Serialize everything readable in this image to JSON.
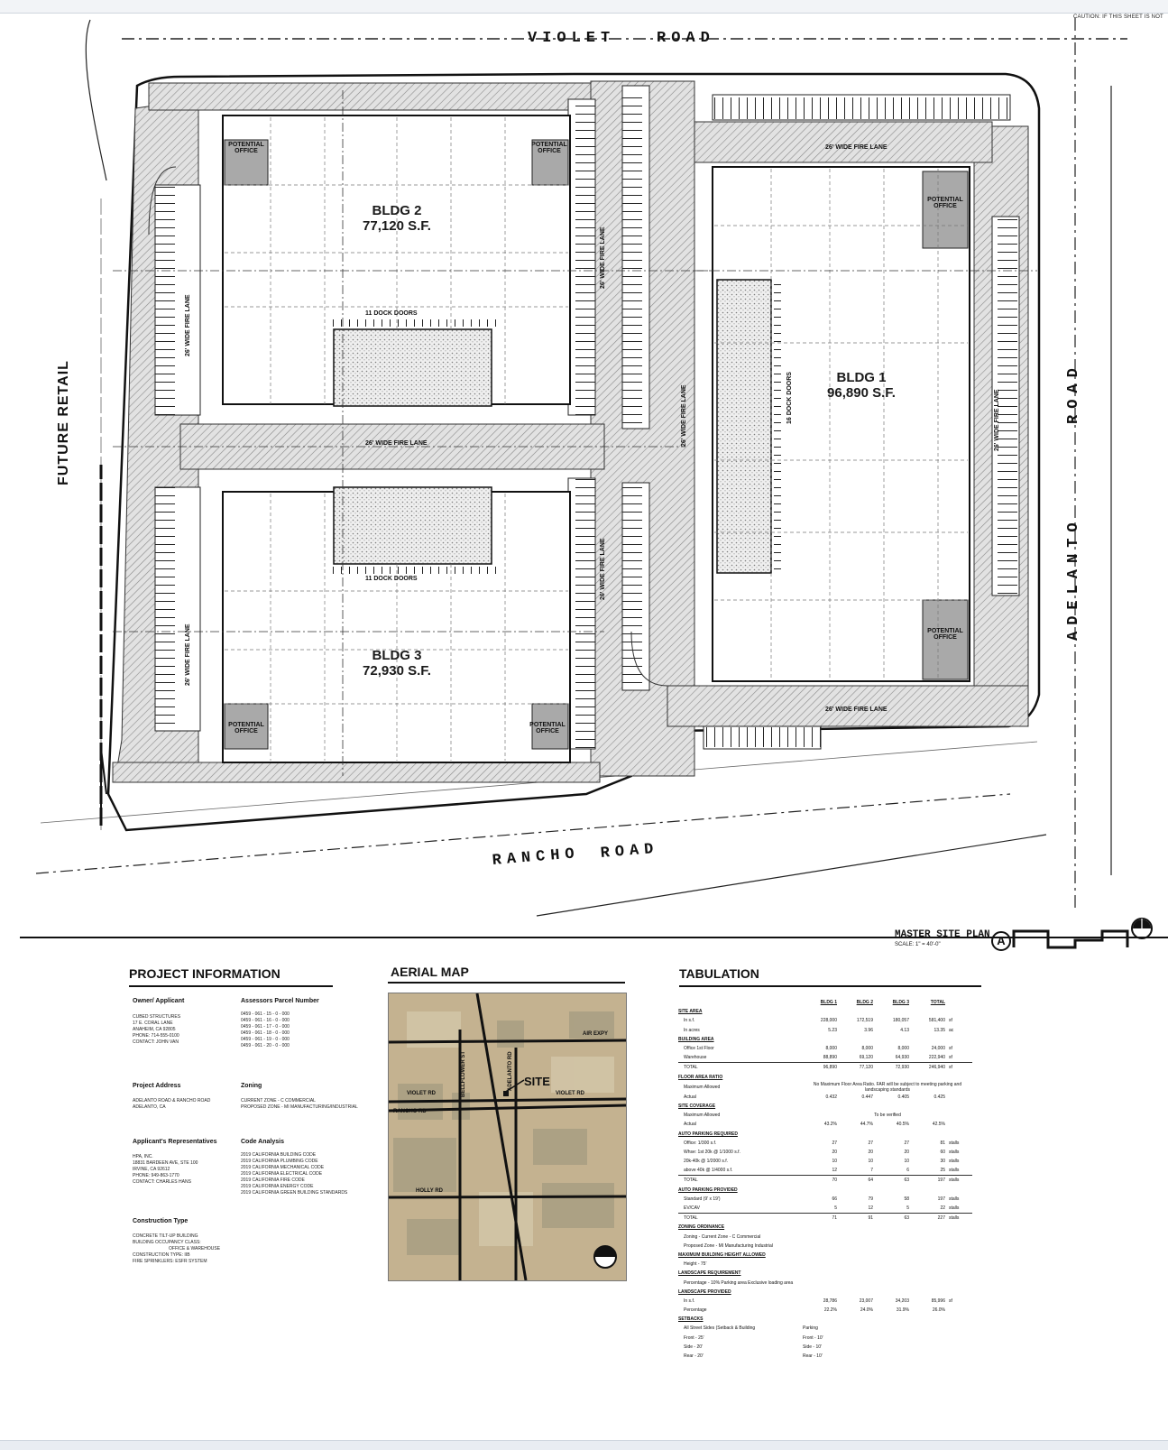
{
  "caution": "CAUTION: IF THIS SHEET IS NOT",
  "roads": {
    "violet": "VIOLET",
    "violet_road": "ROAD",
    "rancho": "RANCHO",
    "rancho_road": "ROAD",
    "adelanto": "ADELANTO",
    "adelanto_road": "ROAD",
    "future_retail": "FUTURE RETAIL"
  },
  "buildings": [
    {
      "name": "BLDG 2",
      "area": "77,120 S.F."
    },
    {
      "name": "BLDG 1",
      "area": "96,890 S.F."
    },
    {
      "name": "BLDG 3",
      "area": "72,930 S.F."
    }
  ],
  "plan_labels": {
    "potential_office_1": "POTENTIAL",
    "potential_office_2": "OFFICE",
    "dock_doors_top": "11 DOCK DOORS",
    "dock_doors_bottom": "11 DOCK DOORS",
    "dock_doors_bldg1": "16 DOCK DOORS",
    "fire_lane": "26' WIDE FIRE LANE"
  },
  "sheet": {
    "title": "MASTER SITE PLAN",
    "scale": "SCALE: 1\" = 40'-0\"",
    "marker": "A"
  },
  "project_information": {
    "title": "PROJECT INFORMATION",
    "owner_head": "Owner/ Applicant",
    "owner_lines": [
      "CUBED STRUCTURES",
      "17 E. CORAL LANE",
      "ANAHEIM, CA 92805",
      "PHONE: 714-555-0100",
      "CONTACT: JOHN VAN"
    ],
    "apn_head": "Assessors Parcel Number",
    "apn_lines": [
      "0459 - 061 - 15 - 0 - 000",
      "0459 - 061 - 16 - 0 - 000",
      "0459 - 061 - 17 - 0 - 000",
      "0459 - 061 - 18 - 0 - 000",
      "0459 - 061 - 19 - 0 - 000",
      "0459 - 061 - 20 - 0 - 000"
    ],
    "address_head": "Project Address",
    "address_lines": [
      "ADELANTO ROAD & RANCHO ROAD",
      "ADELANTO, CA"
    ],
    "zoning_head": "Zoning",
    "zoning_lines": [
      "CURRENT ZONE - C COMMERCIAL",
      "PROPOSED ZONE - MI MANUFACTURING/INDUSTRIAL"
    ],
    "reps_head": "Applicant's Representatives",
    "reps_lines": [
      "HPA, INC.",
      "18831 BARDEEN AVE, STE 100",
      "IRVINE, CA 92612",
      "PHONE: 949-863-1770",
      "CONTACT: CHARLES HANS"
    ],
    "code_head": "Code Analysis",
    "code_lines": [
      "2019 CALIFORNIA BUILDING CODE",
      "2019 CALIFORNIA PLUMBING CODE",
      "2019 CALIFORNIA MECHANICAL CODE",
      "2019 CALIFORNIA ELECTRICAL CODE",
      "2019 CALIFORNIA FIRE CODE",
      "2019 CALIFORNIA ENERGY CODE",
      "2019 CALIFORNIA GREEN BUILDING STANDARDS"
    ],
    "construction_head": "Construction Type",
    "construction_lines": [
      "CONCRETE TILT-UP BUILDING",
      "BUILDING OCCUPANCY CLASS:",
      "OFFICE & WAREHOUSE",
      "CONSTRUCTION TYPE: IIB",
      "FIRE SPRINKLERS: ESFR SYSTEM"
    ]
  },
  "aerial_map": {
    "title": "AERIAL MAP",
    "labels": {
      "air_expy": "AIR EXPY",
      "violet_rd": "VIOLET RD",
      "violet_rd_2": "VIOLET RD",
      "rancho_rd": "RANCHO RD",
      "holly_rd": "HOLLY RD",
      "bellflower": "BELLFLOWER ST",
      "adelanto_rd": "ADELANTO RD",
      "site": "SITE"
    }
  },
  "tabulation": {
    "title": "TABULATION",
    "columns": [
      "",
      "BLDG 1",
      "BLDG 2",
      "BLDG 3",
      "TOTAL",
      ""
    ],
    "rows": [
      {
        "type": "section",
        "label": "SITE AREA"
      },
      {
        "type": "row",
        "cells": [
          "In s.f.",
          "228,000",
          "172,519",
          "180,057",
          "581,400",
          "sf"
        ]
      },
      {
        "type": "row",
        "cells": [
          "In acres",
          "5.23",
          "3.96",
          "4.13",
          "13.35",
          "ac"
        ]
      },
      {
        "type": "section",
        "label": "BUILDING AREA"
      },
      {
        "type": "row",
        "cells": [
          "Office 1st Floor",
          "8,000",
          "8,000",
          "8,000",
          "24,000",
          "sf"
        ]
      },
      {
        "type": "row",
        "cells": [
          "Warehouse",
          "88,890",
          "69,120",
          "64,930",
          "222,940",
          "sf"
        ]
      },
      {
        "type": "total",
        "cells": [
          "TOTAL",
          "96,890",
          "77,120",
          "72,930",
          "246,940",
          "sf"
        ]
      },
      {
        "type": "section",
        "label": "FLOOR AREA RATIO"
      },
      {
        "type": "note",
        "cells": [
          "Maximum Allowed",
          "No Maximum Floor Area Ratio. FAR will be subject to meeting parking and landscaping standards"
        ]
      },
      {
        "type": "row",
        "cells": [
          "Actual",
          "0.432",
          "0.447",
          "0.405",
          "0.425",
          ""
        ]
      },
      {
        "type": "section",
        "label": "SITE COVERAGE"
      },
      {
        "type": "note",
        "cells": [
          "Maximum Allowed",
          "To be verified"
        ]
      },
      {
        "type": "row",
        "cells": [
          "Actual",
          "43.2%",
          "44.7%",
          "40.5%",
          "42.5%",
          ""
        ]
      },
      {
        "type": "section",
        "label": "AUTO PARKING REQUIRED"
      },
      {
        "type": "row",
        "cells": [
          "Office: 1/300 s.f.",
          "27",
          "27",
          "27",
          "81",
          "stalls"
        ]
      },
      {
        "type": "row",
        "cells": [
          "Whse: 1st 20k @ 1/1000 s.f.",
          "20",
          "20",
          "20",
          "60",
          "stalls"
        ]
      },
      {
        "type": "row",
        "cells": [
          "20k-40k @ 1/2000 s.f.",
          "10",
          "10",
          "10",
          "30",
          "stalls"
        ]
      },
      {
        "type": "row",
        "cells": [
          "above 40k @ 1/4000 s.f.",
          "12",
          "7",
          "6",
          "25",
          "stalls"
        ]
      },
      {
        "type": "total",
        "cells": [
          "TOTAL",
          "70",
          "64",
          "63",
          "197",
          "stalls"
        ]
      },
      {
        "type": "section",
        "label": "AUTO PARKING PROVIDED"
      },
      {
        "type": "row",
        "cells": [
          "Standard (9' x 19')",
          "66",
          "79",
          "58",
          "197",
          "stalls"
        ]
      },
      {
        "type": "row",
        "cells": [
          "EV/CAV",
          "5",
          "12",
          "5",
          "22",
          "stalls"
        ]
      },
      {
        "type": "total",
        "cells": [
          "TOTAL",
          "71",
          "91",
          "63",
          "227",
          "stalls"
        ]
      },
      {
        "type": "section",
        "label": "ZONING ORDINANCE"
      },
      {
        "type": "note",
        "cells": [
          "Zoning - Current Zone - C Commercial",
          ""
        ]
      },
      {
        "type": "note",
        "cells": [
          "Proposed Zone - MI Manufacturing Industrial",
          ""
        ]
      },
      {
        "type": "section",
        "label": "MAXIMUM BUILDING HEIGHT ALLOWED"
      },
      {
        "type": "note",
        "cells": [
          "Height - 75'",
          ""
        ]
      },
      {
        "type": "section",
        "label": "LANDSCAPE REQUIREMENT"
      },
      {
        "type": "note",
        "cells": [
          "Percentage - 10% Parking area Exclusive loading area",
          ""
        ]
      },
      {
        "type": "section",
        "label": "LANDSCAPE PROVIDED"
      },
      {
        "type": "row",
        "cells": [
          "In s.f.",
          "28,786",
          "23,007",
          "34,203",
          "85,996",
          "sf"
        ]
      },
      {
        "type": "row",
        "cells": [
          "Percentage",
          "22.2%",
          "24.0%",
          "31.9%",
          "26.0%",
          ""
        ]
      },
      {
        "type": "section",
        "label": "SETBACKS"
      },
      {
        "type": "row2",
        "cells": [
          "All Street Sides (Setback & Building",
          "Parking"
        ]
      },
      {
        "type": "row2",
        "cells": [
          "Front - 25'",
          "Front - 10'"
        ]
      },
      {
        "type": "row2",
        "cells": [
          "Side - 20'",
          "Side - 10'"
        ]
      },
      {
        "type": "row2",
        "cells": [
          "Rear - 20'",
          "Rear - 10'"
        ]
      }
    ]
  }
}
